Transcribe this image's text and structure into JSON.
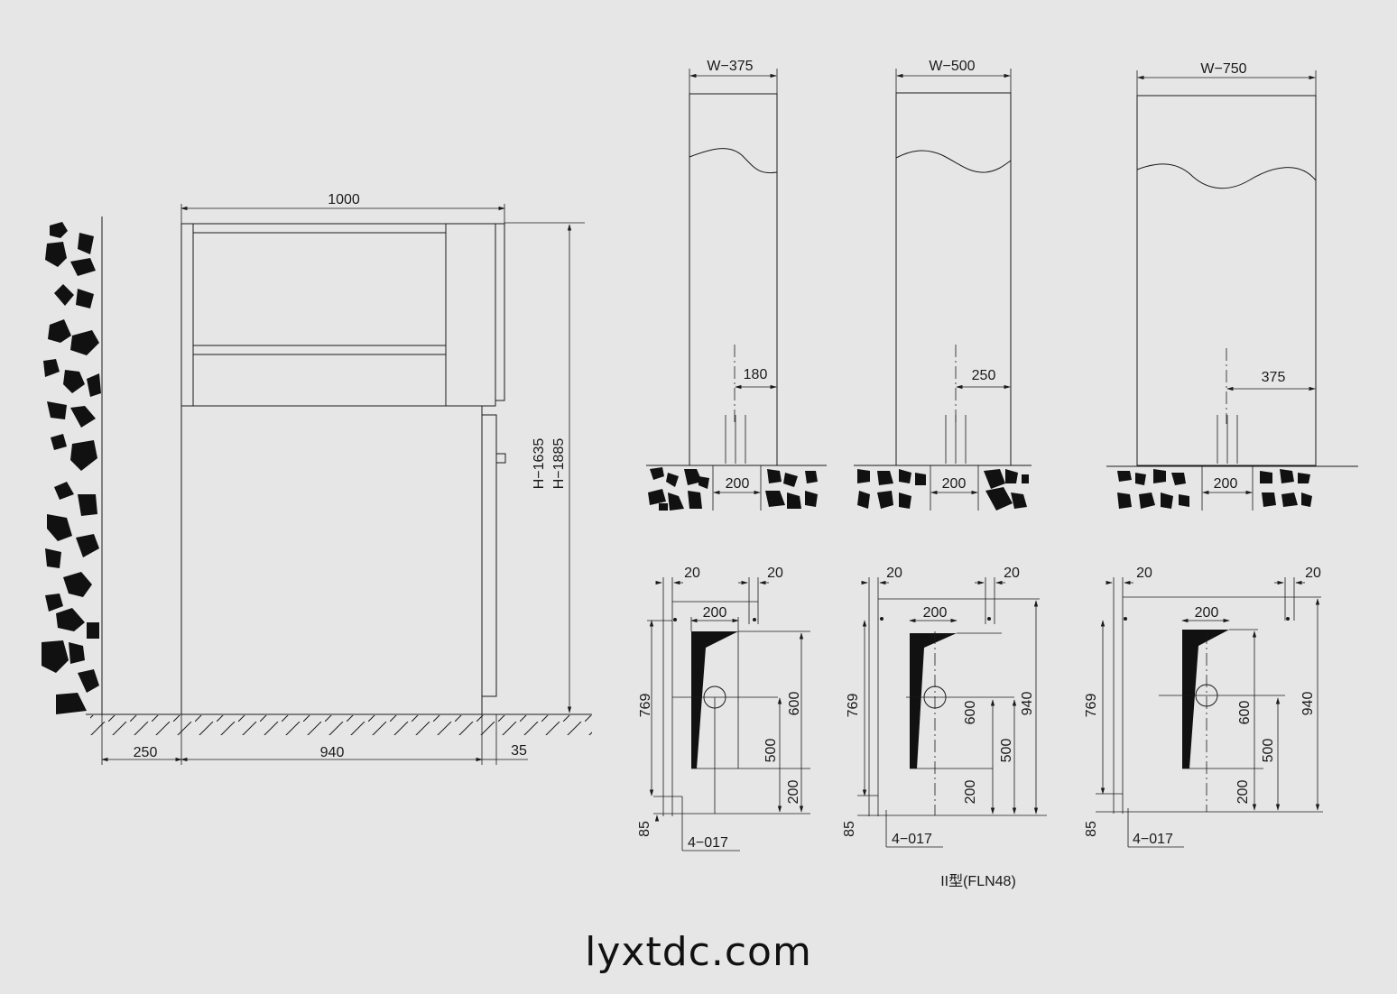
{
  "side_view": {
    "dim_width": "1000",
    "dim_left": "250",
    "dim_depth": "940",
    "dim_right": "35",
    "dim_height_a": "H−1635",
    "dim_height_b": "H−1885"
  },
  "front_views": [
    {
      "width_label": "W−375",
      "center_dim": "180",
      "pit_dim": "200"
    },
    {
      "width_label": "W−500",
      "center_dim": "250",
      "pit_dim": "200"
    },
    {
      "width_label": "W−750",
      "center_dim": "375",
      "pit_dim": "200"
    }
  ],
  "plan_views": [
    {
      "left_gap": "20",
      "right_gap": "20",
      "top_dim": "200",
      "v769": "769",
      "v600": "600",
      "v500": "500",
      "v200": "200",
      "v85": "85",
      "holes": "4−017",
      "v940": ""
    },
    {
      "left_gap": "20",
      "right_gap": "20",
      "top_dim": "200",
      "v769": "769",
      "v600": "600",
      "v500": "500",
      "v200": "200",
      "v85": "85",
      "holes": "4−017",
      "v940": "940"
    },
    {
      "left_gap": "20",
      "right_gap": "20",
      "top_dim": "200",
      "v769": "769",
      "v600": "600",
      "v500": "500",
      "v200": "200",
      "v85": "85",
      "holes": "4−017",
      "v940": "940"
    }
  ],
  "caption": "II型(FLN48)",
  "watermark": "lyxtdc.com"
}
